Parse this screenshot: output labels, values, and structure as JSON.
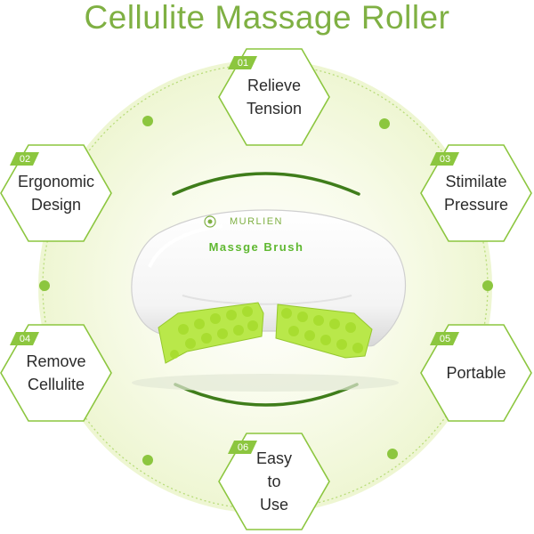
{
  "title": "Cellulite Massage Roller",
  "product": {
    "brand": "MURLIEN",
    "label": "Massge Brush"
  },
  "colors": {
    "accent": "#8cc63f",
    "title": "#7fb043",
    "roller": "#b9e84a",
    "glow": "#f2f8dc"
  },
  "features": [
    {
      "number": "01",
      "label": "Relieve\nTension"
    },
    {
      "number": "02",
      "label": "Ergonomic\nDesign"
    },
    {
      "number": "03",
      "label": "Stimilate\nPressure"
    },
    {
      "number": "04",
      "label": "Remove\nCellulite"
    },
    {
      "number": "05",
      "label": "Portable"
    },
    {
      "number": "06",
      "label": "Easy\nto\nUse"
    }
  ]
}
